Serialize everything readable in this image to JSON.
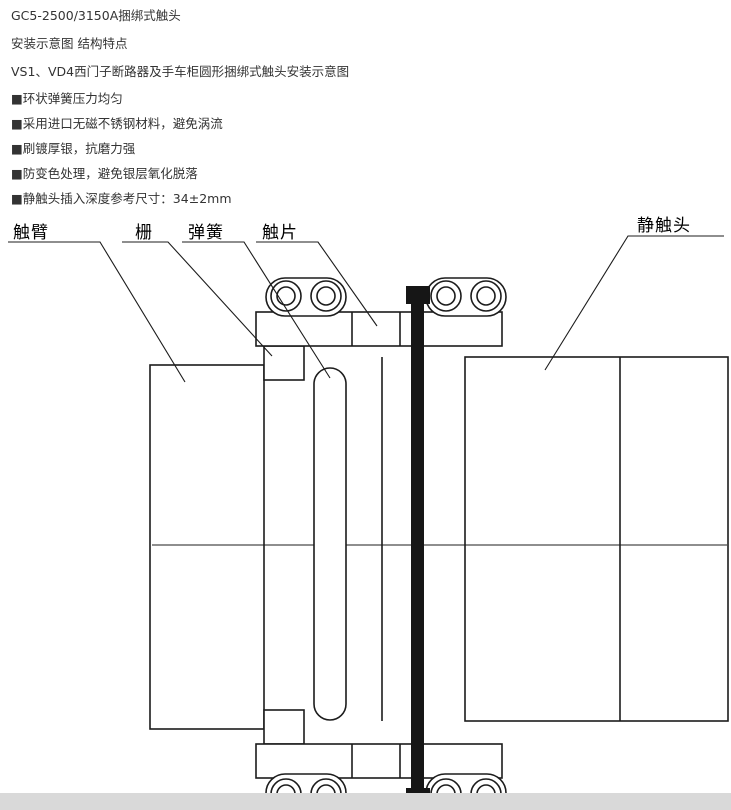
{
  "theme": {
    "line": "#1c1c1c",
    "text": "#333333",
    "band": "#d9d9d9"
  },
  "intro": {
    "title": "GC5-2500/3150A捆绑式触头",
    "subtitle": "安装示意图 结构特点",
    "caption": "VS1、VD4西门子断路器及手车柜圆形捆绑式触头安装示意图",
    "features": [
      "■环状弹簧压力均匀",
      "■采用进口无磁不锈钢材料，避免涡流",
      "■刷镀厚银，抗磨力强",
      "■防变色处理，避免银层氧化脱落",
      "■静触头插入深度参考尺寸：34±2mm"
    ]
  },
  "diagram": {
    "labels": {
      "contact_arm": "触臂",
      "grid": "栅",
      "spring": "弹簧",
      "contact_blade": "触片",
      "static_contact": "静触头"
    },
    "insertion_depth": "34±2mm"
  }
}
